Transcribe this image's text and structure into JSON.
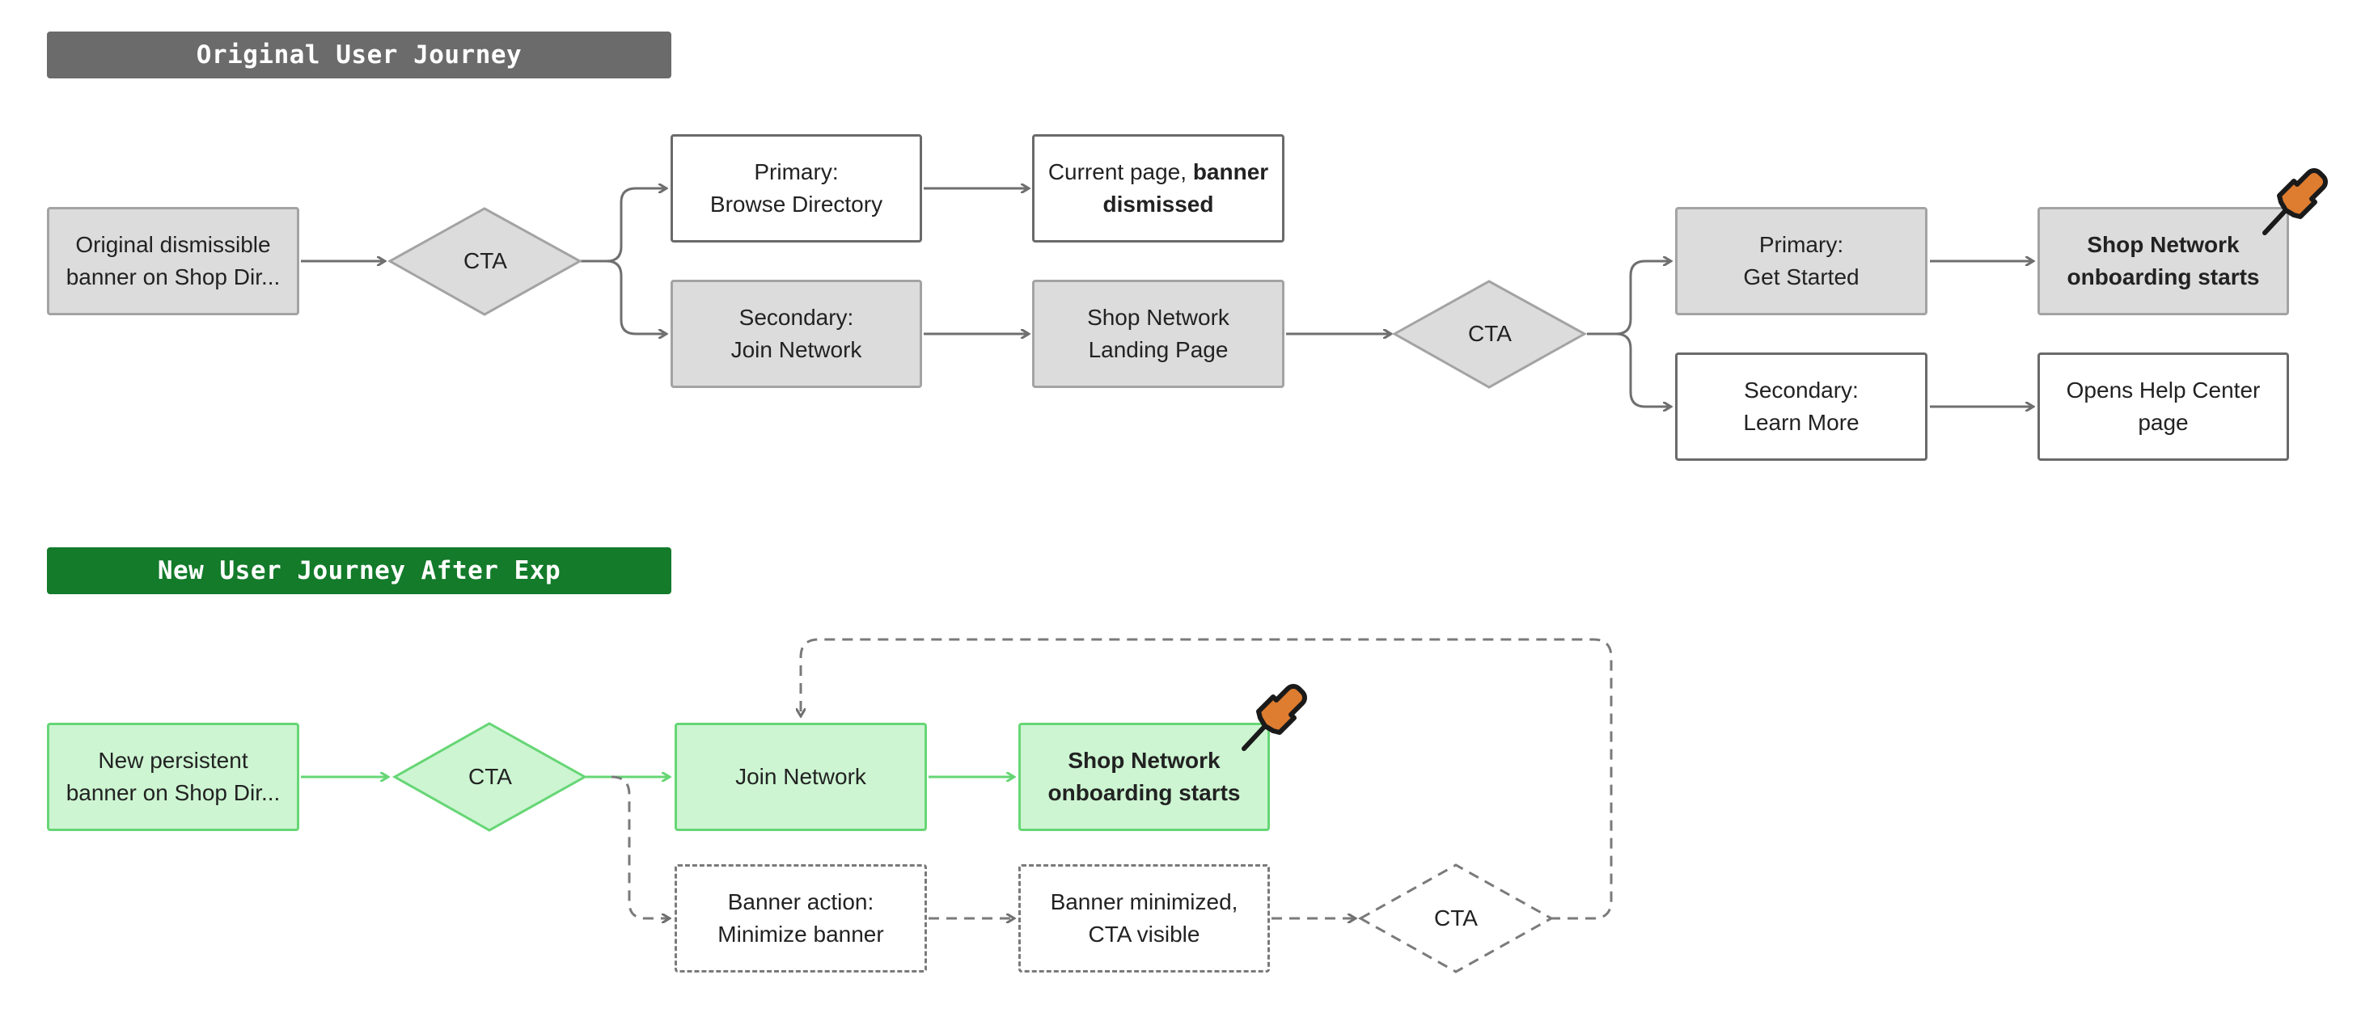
{
  "sections": {
    "original_title": "Original User Journey",
    "new_title": "New User Journey After Exp"
  },
  "original": {
    "start": [
      "Original dismissible",
      "banner on Shop Dir..."
    ],
    "cta1": "CTA",
    "primary1": [
      "Primary:",
      "Browse Directory"
    ],
    "current_page": [
      "Current page, ",
      "banner",
      "dismissed"
    ],
    "secondary1": [
      "Secondary:",
      "Join Network"
    ],
    "landing": [
      "Shop Network",
      "Landing Page"
    ],
    "cta2": "CTA",
    "primary2": [
      "Primary:",
      "Get Started"
    ],
    "onboarding": [
      "Shop Network",
      "onboarding starts"
    ],
    "secondary2": [
      "Secondary:",
      "Learn More"
    ],
    "help_center": [
      "Opens Help Center",
      "page"
    ]
  },
  "new": {
    "start": [
      "New persistent",
      "banner on Shop Dir..."
    ],
    "cta1": "CTA",
    "join": "Join Network",
    "onboarding": [
      "Shop Network",
      "onboarding starts"
    ],
    "minimize": [
      "Banner action:",
      "Minimize banner"
    ],
    "minimized": [
      "Banner minimized,",
      "CTA visible"
    ],
    "cta2": "CTA"
  },
  "colors": {
    "gray_fill": "#dcdcdc",
    "green_fill": "#cdf5d2",
    "green_stroke": "#66d675",
    "pin_orange": "#de7c2f"
  },
  "icons": {
    "pin": "pushpin-icon"
  }
}
